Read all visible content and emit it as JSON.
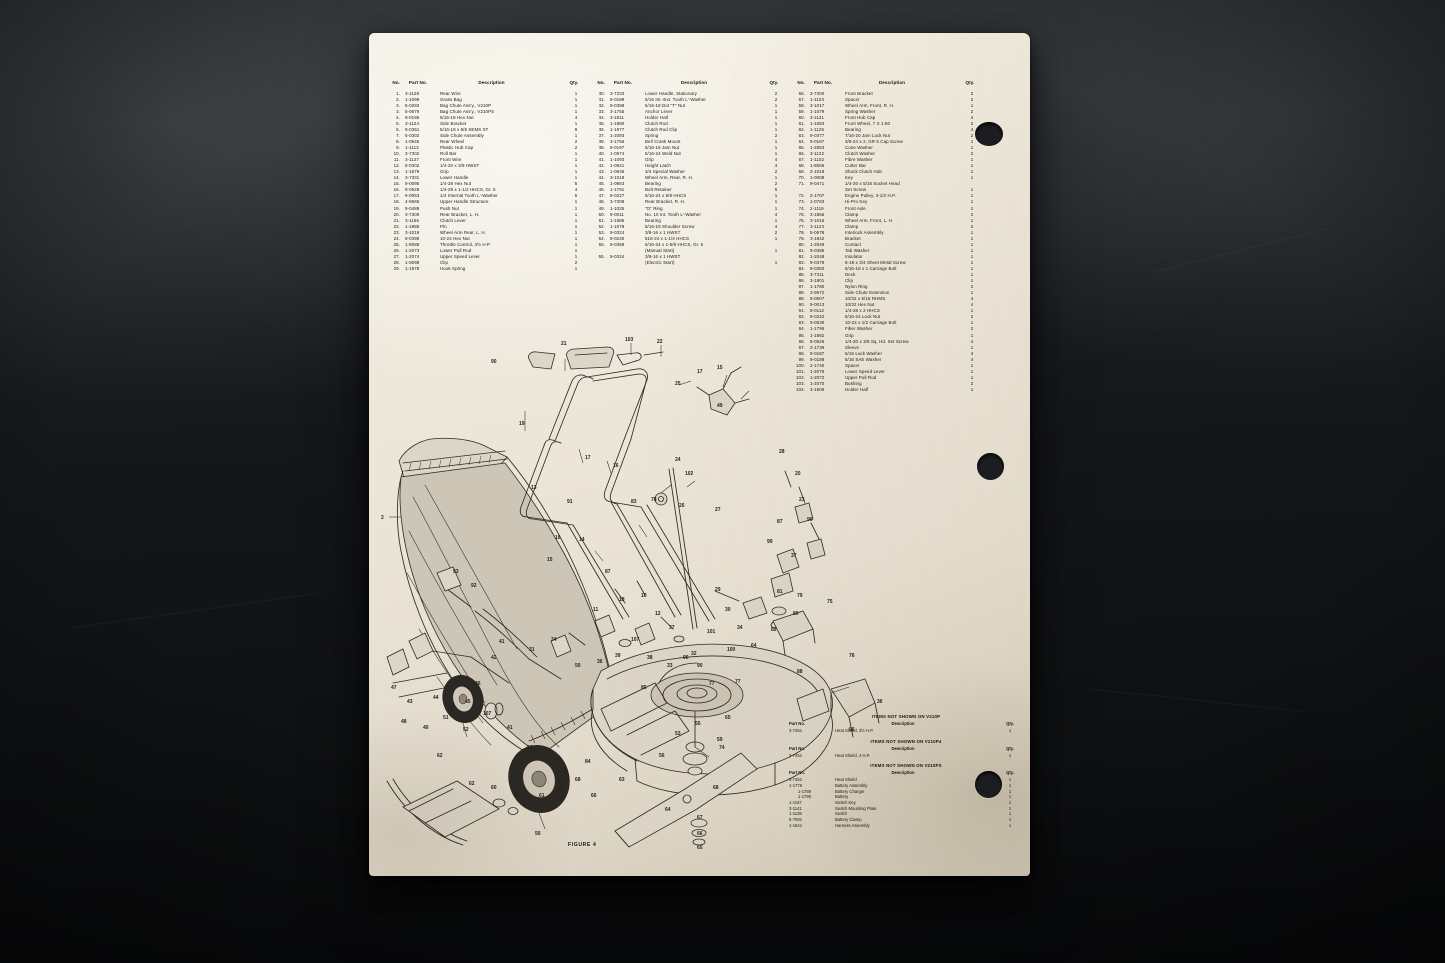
{
  "document": {
    "figure_caption": "FIGURE 4",
    "table_headers": {
      "no": "No.",
      "part_no": "Part No.",
      "description": "Description",
      "qty": "Qty."
    }
  },
  "columns": [
    {
      "id": "column-1",
      "rows": [
        {
          "no": "1.",
          "part_no": "3-1128",
          "description": "Rear Wire",
          "qty": "1"
        },
        {
          "no": "2.",
          "part_no": "1-1098",
          "description": "Grass Bag",
          "qty": "1"
        },
        {
          "no": "3.",
          "part_no": "5-0293",
          "description": "Bag Chute Ass'y., V210P",
          "qty": "1"
        },
        {
          "no": "3.",
          "part_no": "5-0679",
          "description": "Bag Chute Ass'y., V210PS",
          "qty": "1"
        },
        {
          "no": "4.",
          "part_no": "9-0196",
          "description": "5/16-18 Hex Nut",
          "qty": "4"
        },
        {
          "no": "5.",
          "part_no": "3-1124",
          "description": "Side Bracket",
          "qty": "1"
        },
        {
          "no": "6.",
          "part_no": "9-0361",
          "description": "5/16-18 x 5/8 SEMS ST",
          "qty": "9"
        },
        {
          "no": "7.",
          "part_no": "5-0302",
          "description": "Side Chute Assembly",
          "qty": "1"
        },
        {
          "no": "8.",
          "part_no": "1-0945",
          "description": "Rear Wheel",
          "qty": "2"
        },
        {
          "no": "9.",
          "part_no": "1-1113",
          "description": "Plastic Hub Cap",
          "qty": "2"
        },
        {
          "no": "10.",
          "part_no": "3-7302",
          "description": "Roll Bar",
          "qty": "1"
        },
        {
          "no": "11.",
          "part_no": "3-1127",
          "description": "Front Wire",
          "qty": "1"
        },
        {
          "no": "12.",
          "part_no": "9-0302",
          "description": "1/4-20 x 3/8 HWST",
          "qty": "1"
        },
        {
          "no": "13.",
          "part_no": "1-1879",
          "description": "Grip",
          "qty": "1"
        },
        {
          "no": "14.",
          "part_no": "3-7331",
          "description": "Lower Handle",
          "qty": "1"
        },
        {
          "no": "15.",
          "part_no": "9-0095",
          "description": "1/4-28 Hex Nut",
          "qty": "5"
        },
        {
          "no": "16.",
          "part_no": "9-0528",
          "description": "1/4-28 x 1-1/2 HHCS, Gr. 5",
          "qty": "4"
        },
        {
          "no": "17.",
          "part_no": "9-0053",
          "description": "1/4 Internal Tooth L'-Washer",
          "qty": "5"
        },
        {
          "no": "18.",
          "part_no": "4-9565",
          "description": "Upper Handle Structure",
          "qty": "1"
        },
        {
          "no": "19.",
          "part_no": "9-0489",
          "description": "Push Nut",
          "qty": "1"
        },
        {
          "no": "20.",
          "part_no": "3-7309",
          "description": "Rear Bracket, L. H.",
          "qty": "1"
        },
        {
          "no": "21.",
          "part_no": "3-1156",
          "description": "Clutch Lever",
          "qty": "1"
        },
        {
          "no": "22.",
          "part_no": "1-1886",
          "description": "Pin",
          "qty": "1"
        },
        {
          "no": "23.",
          "part_no": "3-1019",
          "description": "Wheel Arm Rear, L. H.",
          "qty": "1"
        },
        {
          "no": "24.",
          "part_no": "9-0399",
          "description": "10-24 Hex Nut",
          "qty": "1"
        },
        {
          "no": "25.",
          "part_no": "1-8088",
          "description": "Throttle Control, 3½ H.P.",
          "qty": "1"
        },
        {
          "no": "26.",
          "part_no": "1-2073",
          "description": "Lower Pull Rod",
          "qty": "1"
        },
        {
          "no": "27.",
          "part_no": "1-2074",
          "description": "Upper Speed Lever",
          "qty": "1"
        },
        {
          "no": "28.",
          "part_no": "1-0098",
          "description": "Clip",
          "qty": "2"
        },
        {
          "no": "29.",
          "part_no": "1-1878",
          "description": "Hook Spring",
          "qty": "1"
        }
      ]
    },
    {
      "id": "column-2",
      "rows": [
        {
          "no": "30.",
          "part_no": "3-7333",
          "description": "Lower Handle, Stationary",
          "qty": "2"
        },
        {
          "no": "31.",
          "part_no": "9-0189",
          "description": "5/16 Int.-Ext. Tooth L'-Washer",
          "qty": "2"
        },
        {
          "no": "32.",
          "part_no": "9-0388",
          "description": "5/16-18 Dot \"T\" Nut",
          "qty": "1"
        },
        {
          "no": "33.",
          "part_no": "3-1755",
          "description": "Anchor Lever",
          "qty": "1"
        },
        {
          "no": "34.",
          "part_no": "3-1811",
          "description": "Holder Half",
          "qty": "1"
        },
        {
          "no": "35.",
          "part_no": "1-1880",
          "description": "Clutch Rod",
          "qty": "1"
        },
        {
          "no": "36.",
          "part_no": "1-1977",
          "description": "Clutch Rod Clip",
          "qty": "1"
        },
        {
          "no": "37.",
          "part_no": "1-2093",
          "description": "Spring",
          "qty": "2"
        },
        {
          "no": "38.",
          "part_no": "3-1756",
          "description": "Bell Crank Mount",
          "qty": "1"
        },
        {
          "no": "39.",
          "part_no": "9-0197",
          "description": "5/16-18 Jam Nut",
          "qty": "1"
        },
        {
          "no": "40.",
          "part_no": "1-0974",
          "description": "5/16-24 Weld Nut",
          "qty": "1"
        },
        {
          "no": "41.",
          "part_no": "1-1093",
          "description": "Grip",
          "qty": "4"
        },
        {
          "no": "42.",
          "part_no": "1-0921",
          "description": "Height Latch",
          "qty": "4"
        },
        {
          "no": "43.",
          "part_no": "1-0935",
          "description": "3/4 Special Washer",
          "qty": "2"
        },
        {
          "no": "44.",
          "part_no": "3-1018",
          "description": "Wheel Arm, Rear, R. H.",
          "qty": "1"
        },
        {
          "no": "45.",
          "part_no": "1-0953",
          "description": "Bearing",
          "qty": "2"
        },
        {
          "no": "46.",
          "part_no": "1-1791",
          "description": "Bolt Retainer",
          "qty": "5"
        },
        {
          "no": "47.",
          "part_no": "9-0227",
          "description": "5/16-24 x 5/8 HHCS",
          "qty": "1"
        },
        {
          "no": "48.",
          "part_no": "3-7308",
          "description": "Rear Bracket, R. H.",
          "qty": "1"
        },
        {
          "no": "49.",
          "part_no": "1-1025",
          "description": "\"O\" Ring",
          "qty": "1"
        },
        {
          "no": "50.",
          "part_no": "9-0011",
          "description": "No. 10 Int. Tooth L'-Washer",
          "qty": "4"
        },
        {
          "no": "51.",
          "part_no": "1-1885",
          "description": "Bearing",
          "qty": "1"
        },
        {
          "no": "52.",
          "part_no": "1-1078",
          "description": "5/16-18 Shoulder Screw",
          "qty": "4"
        },
        {
          "no": "53.",
          "part_no": "9-0324",
          "description": "3/8-16 x 1 HWST",
          "qty": "2"
        },
        {
          "no": "54.",
          "part_no": "9-0240",
          "description": "516-24 x 1-1/4 HHCS",
          "qty": "1"
        },
        {
          "no": "55.",
          "part_no": "9-0359",
          "description": "5/16-24 x 1-5/8 HHCS, Gr. 5",
          "qty": ""
        },
        {
          "no": "",
          "part_no": "",
          "description": "(Manual Start)",
          "qty": "1"
        },
        {
          "no": "",
          "part_no": "",
          "description": "",
          "qty": ""
        },
        {
          "no": "55.",
          "part_no": "9-0324",
          "description": "3/8-16 x 1 HWST",
          "qty": ""
        },
        {
          "no": "",
          "part_no": "",
          "description": "(Electric Start)",
          "qty": "1"
        }
      ]
    },
    {
      "id": "column-3",
      "rows": [
        {
          "no": "56.",
          "part_no": "3-7300",
          "description": "Front Bracket",
          "qty": "2"
        },
        {
          "no": "57.",
          "part_no": "1-1103",
          "description": "Spacer",
          "qty": "2"
        },
        {
          "no": "58.",
          "part_no": "3-1017",
          "description": "Wheel Arm, Front, R. H.",
          "qty": "1"
        },
        {
          "no": "59.",
          "part_no": "1-1079",
          "description": "Spring Washer",
          "qty": "2"
        },
        {
          "no": "60.",
          "part_no": "3-1121",
          "description": "Front Hub Cap",
          "qty": "4"
        },
        {
          "no": "61.",
          "part_no": "1-1083",
          "description": "Front Wheel, 7 X 1:50",
          "qty": "2"
        },
        {
          "no": "62.",
          "part_no": "1-1125",
          "description": "Bearing",
          "qty": "4"
        },
        {
          "no": "63.",
          "part_no": "9-0377",
          "description": "7/16-20 Jam Lock Nut",
          "qty": "2"
        },
        {
          "no": "64.",
          "part_no": "9-0167",
          "description": "3/8-24 x 2, GR 5 Cap Screw",
          "qty": "1"
        },
        {
          "no": "65.",
          "part_no": "1-2063",
          "description": "Cone Washer",
          "qty": "1"
        },
        {
          "no": "66.",
          "part_no": "3-1122",
          "description": "Clutch Washer",
          "qty": "2"
        },
        {
          "no": "67.",
          "part_no": "1-1102",
          "description": "Fibre Washer",
          "qty": "1"
        },
        {
          "no": "68.",
          "part_no": "1-8065",
          "description": "Cutter Bar",
          "qty": "1"
        },
        {
          "no": "69.",
          "part_no": "2-1018",
          "description": "Shock Clutch Hub",
          "qty": "1"
        },
        {
          "no": "70.",
          "part_no": "1-0008",
          "description": "Key",
          "qty": "1"
        },
        {
          "no": "71.",
          "part_no": "9-0471",
          "description": "1/4-20 x 5/16 Socket Head",
          "qty": ""
        },
        {
          "no": "",
          "part_no": "",
          "description": "Set Screw",
          "qty": "1"
        },
        {
          "no": "72.",
          "part_no": "2-1707",
          "description": "Engine Pulley, 3-1/2 H.P.",
          "qty": "1"
        },
        {
          "no": "73.",
          "part_no": "1-0783",
          "description": "Hi-Pro Key",
          "qty": "1"
        },
        {
          "no": "74.",
          "part_no": "2-1119",
          "description": "Front Axle",
          "qty": "1"
        },
        {
          "no": "75.",
          "part_no": "3-1856",
          "description": "Clamp",
          "qty": "2"
        },
        {
          "no": "76.",
          "part_no": "3-1016",
          "description": "Wheel Arm, Front, L. H.",
          "qty": "1"
        },
        {
          "no": "77.",
          "part_no": "3-1123",
          "description": "Clamp",
          "qty": "2"
        },
        {
          "no": "78.",
          "part_no": "5-0678",
          "description": "Interlock Assembly",
          "qty": "1"
        },
        {
          "no": "79.",
          "part_no": "3-1842",
          "description": "Bracket",
          "qty": "1"
        },
        {
          "no": "80.",
          "part_no": "1-2049",
          "description": "Contact",
          "qty": "1"
        },
        {
          "no": "81.",
          "part_no": "9-0385",
          "description": "Tab Washer",
          "qty": "1"
        },
        {
          "no": "82.",
          "part_no": "1-2048",
          "description": "Insulator",
          "qty": "1"
        },
        {
          "no": "83.",
          "part_no": "9-0379",
          "description": "8-18 x 3/4 Sheet Metal Screw",
          "qty": "1"
        },
        {
          "no": "84.",
          "part_no": "9-0383",
          "description": "5/16-18 x 1 Carriage Bolt",
          "qty": "1"
        },
        {
          "no": "85.",
          "part_no": "3-7311",
          "description": "Deck",
          "qty": "1"
        },
        {
          "no": "86.",
          "part_no": "3-1801",
          "description": "Clip",
          "qty": "1"
        },
        {
          "no": "87.",
          "part_no": "1-1780",
          "description": "Nylon Ring",
          "qty": "2"
        },
        {
          "no": "88.",
          "part_no": "3-9572",
          "description": "Side Chute Extension",
          "qty": "1"
        },
        {
          "no": "89.",
          "part_no": "9-0007",
          "description": "10/32 x 5/16 RHMS",
          "qty": "4"
        },
        {
          "no": "90.",
          "part_no": "9-0013",
          "description": "10/32 Hex Nut",
          "qty": "4"
        },
        {
          "no": "91.",
          "part_no": "9-0112",
          "description": "1/4-28 x 2 HHCS",
          "qty": "1"
        },
        {
          "no": "92.",
          "part_no": "9-0222",
          "description": "5/16-24 Lock Nut",
          "qty": "2"
        },
        {
          "no": "93.",
          "part_no": "9-0530",
          "description": "10-24 x 1/2 Carriage Bolt",
          "qty": "1"
        },
        {
          "no": "94.",
          "part_no": "1-1796",
          "description": "Fiber Washer",
          "qty": "2"
        },
        {
          "no": "95.",
          "part_no": "1-1982",
          "description": "Grip",
          "qty": "1"
        },
        {
          "no": "96.",
          "part_no": "9-0526",
          "description": "1/4-20 x 3/8 Sq. Hd. Set Screw",
          "qty": "4"
        },
        {
          "no": "97.",
          "part_no": "2-1739",
          "description": "Sleeve",
          "qty": "1"
        },
        {
          "no": "98.",
          "part_no": "9-0187",
          "description": "5/16 Lock Washer",
          "qty": "4"
        },
        {
          "no": "99.",
          "part_no": "9-0188",
          "description": "5/16 SAE Washer",
          "qty": "4"
        },
        {
          "no": "100.",
          "part_no": "2-1740",
          "description": "Spacer",
          "qty": "1"
        },
        {
          "no": "101.",
          "part_no": "1-2075",
          "description": "Lower Speed Lever",
          "qty": "1"
        },
        {
          "no": "102.",
          "part_no": "1-2072",
          "description": "Upper Pull Rod",
          "qty": "1"
        },
        {
          "no": "103.",
          "part_no": "1-2070",
          "description": "Bushing",
          "qty": "2"
        },
        {
          "no": "104.",
          "part_no": "3-1809",
          "description": "Holder Half",
          "qty": "1"
        }
      ]
    }
  ],
  "items_not_shown": [
    {
      "title": "ITEMS NOT SHOWN ON V210P",
      "headers": {
        "part_no": "Part No.",
        "description": "Description",
        "qty": "Qty."
      },
      "rows": [
        {
          "part_no": "3-7351",
          "description": "Heat Shield,  3½ H.P.",
          "qty": "1",
          "indent": false
        }
      ]
    },
    {
      "title": "ITEMS NOT SHOWN ON V210P4",
      "headers": {
        "part_no": "Part No.",
        "description": "Description",
        "qty": "Qty."
      },
      "rows": [
        {
          "part_no": "3-7351",
          "description": "Heat Shield, 4 H.P.",
          "qty": "1",
          "indent": false
        }
      ]
    },
    {
      "title": "ITEMS NOT SHOWN ON V210PS",
      "headers": {
        "part_no": "Part No.",
        "description": "Description",
        "qty": "Qty."
      },
      "rows": [
        {
          "part_no": "3-7351",
          "description": "Heat Shield",
          "qty": "1",
          "indent": false
        },
        {
          "part_no": "1-1776",
          "description": "Battery Assembly",
          "qty": "1",
          "indent": false
        },
        {
          "part_no": "1-1789",
          "description": "Battery Charger",
          "qty": "1",
          "indent": true
        },
        {
          "part_no": "1-1790",
          "description": "Battery",
          "qty": "1",
          "indent": true
        },
        {
          "part_no": "1-1167",
          "description": "Switch  Key",
          "qty": "1",
          "indent": false
        },
        {
          "part_no": "3-1141",
          "description": "Switch  Mounting Plate",
          "qty": "1",
          "indent": false
        },
        {
          "part_no": "1-1139",
          "description": "Switch",
          "qty": "1",
          "indent": false
        },
        {
          "part_no": "5-7081",
          "description": "Battery Clamp",
          "qty": "1",
          "indent": false
        },
        {
          "part_no": "1-1541",
          "description": "Harness  Assembly",
          "qty": "1",
          "indent": false
        }
      ]
    }
  ],
  "diagram": {
    "name": "exploded-parts-diagram",
    "callouts": [
      "2",
      "3",
      "22",
      "17",
      "15",
      "18",
      "25",
      "19",
      "13",
      "91",
      "31",
      "103",
      "102",
      "14",
      "16",
      "24",
      "23",
      "26",
      "27",
      "28",
      "29",
      "87",
      "11",
      "10",
      "12",
      "37",
      "30",
      "34",
      "41",
      "42",
      "44",
      "45",
      "40",
      "33",
      "38",
      "35",
      "36",
      "39",
      "50",
      "100",
      "32",
      "101",
      "107",
      "77",
      "85",
      "88",
      "86",
      "78",
      "79",
      "80",
      "81",
      "82",
      "83",
      "84",
      "52",
      "62",
      "60",
      "61",
      "72",
      "73",
      "71",
      "70",
      "69",
      "68",
      "67",
      "66",
      "65",
      "64",
      "63",
      "59",
      "58",
      "57",
      "56",
      "53",
      "54",
      "55",
      "51",
      "49",
      "48",
      "47",
      "46",
      "43",
      "21",
      "20",
      "104",
      "7",
      "8",
      "9",
      "1",
      "4",
      "5",
      "6",
      "74",
      "75",
      "76",
      "92",
      "93",
      "94",
      "95",
      "96",
      "97",
      "98",
      "99"
    ]
  },
  "colors": {
    "paper": "#efe9dc",
    "ink": "#1a1814",
    "desk": "#15171a"
  }
}
